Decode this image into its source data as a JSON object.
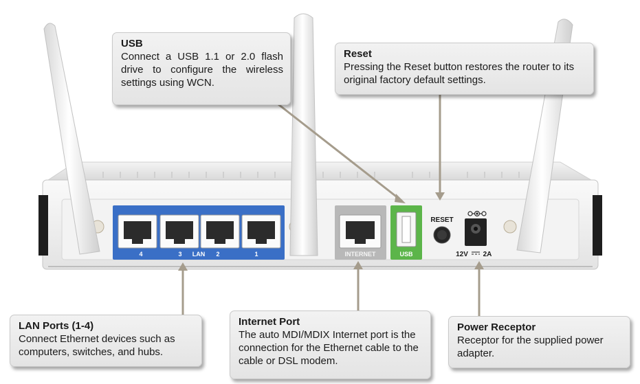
{
  "callouts": {
    "usb": {
      "title": "USB",
      "desc": "Connect a USB 1.1 or 2.0 flash drive to configure the wireless settings using WCN."
    },
    "reset": {
      "title": "Reset",
      "desc": "Pressing the Reset button restores the router to its original factory default settings."
    },
    "lan": {
      "title": "LAN Ports (1-4)",
      "desc": "Connect Ethernet devices such as computers, switches, and hubs."
    },
    "internet": {
      "title": "Internet Port",
      "desc": "The auto MDI/MDIX Internet port is the connection for the Ethernet cable to the cable or DSL modem."
    },
    "power": {
      "title": "Power Receptor",
      "desc": "Receptor for the supplied power adapter."
    }
  },
  "panel_labels": {
    "lan_port_4": "4",
    "lan_port_3": "3",
    "lan": "LAN",
    "lan_port_2": "2",
    "lan_port_1": "1",
    "internet": "INTERNET",
    "usb": "USB",
    "reset": "RESET",
    "power_rating_left": "12V",
    "power_rating_right": "2A"
  },
  "colors": {
    "lan_panel": "#3a6fc6",
    "usb_panel": "#5cb54a",
    "internet_panel": "#b8b8b8",
    "callout_line": "#a59c8c"
  }
}
